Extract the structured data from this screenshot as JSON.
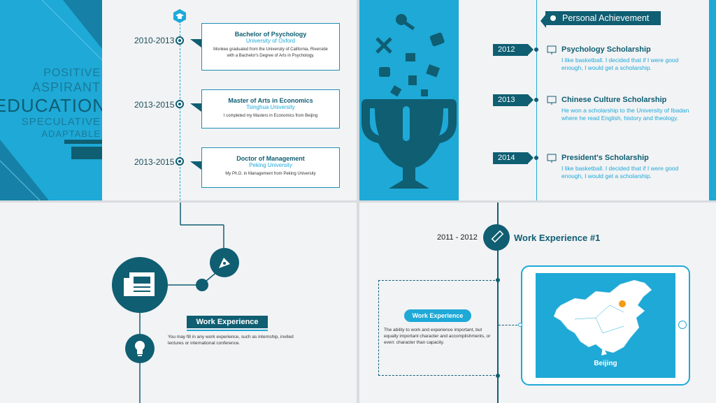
{
  "education": {
    "words": [
      "POSITIVE",
      "ASPIRANT",
      "EDUCATION",
      "SPECULATIVE",
      "ADAPTABLE"
    ],
    "entries": [
      {
        "years": "2010-2013",
        "degree": "Bachelor of Psychology",
        "school": "University of Oxford",
        "desc": "Monkee graduated from the University of California, Riverside with a Bachelor's Degree of Arts in Psychology."
      },
      {
        "years": "2013-2015",
        "degree": "Master of Arts in Economics",
        "school": "Tsinghua University",
        "desc": "I completed my Masters in Economics from Beijing"
      },
      {
        "years": "2013-2015",
        "degree": "Doctor of Management",
        "school": "Peking University",
        "desc": "My Ph.D. in Management from Peking University"
      }
    ]
  },
  "achievement": {
    "title": "Personal Achievement",
    "items": [
      {
        "year": "2012",
        "title": "Psychology Scholarship",
        "desc": "I like basketball. I decided that if I were good enough, I would get a scholarship."
      },
      {
        "year": "2013",
        "title": "Chinese Culture Scholarship",
        "desc": "He won a scholarship to the University of Ibadan where he read English, history and theology."
      },
      {
        "year": "2014",
        "title": "President's Scholarship",
        "desc": "I like basketball. I decided that if I were good enough, I would get a scholarship."
      }
    ]
  },
  "work": {
    "label": "Work Experience",
    "desc": "You may fill in any work experience, such as internship, invited lectures or international conference."
  },
  "work1": {
    "years": "2011 - 2012",
    "title": "Work Experience #1",
    "badge": "Work Experience",
    "desc": "The ability to work and experience important, but equally important character and accomplishments, or even: character than capacity.",
    "map_label": "Beijing"
  },
  "colors": {
    "accent": "#1ea9d7",
    "dark": "#0f5e72",
    "pin": "#f39c12"
  }
}
